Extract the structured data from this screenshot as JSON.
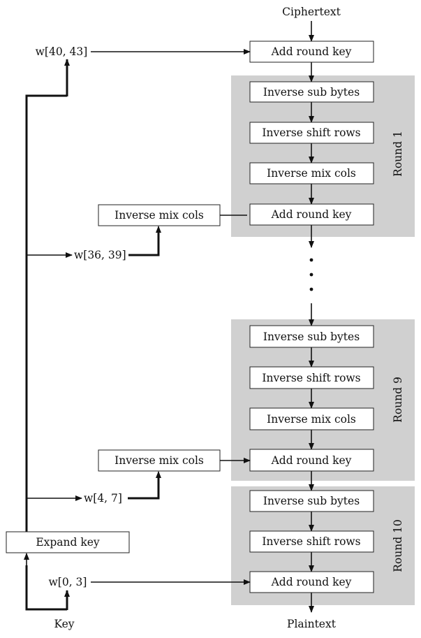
{
  "io": {
    "input": "Ciphertext",
    "output": "Plaintext",
    "key": "Key"
  },
  "rounds": [
    {
      "label": "Round 1",
      "steps": [
        "Inverse sub bytes",
        "Inverse shift rows",
        "Inverse mix cols",
        "Add round key"
      ]
    },
    {
      "label": "Round 9",
      "steps": [
        "Inverse sub bytes",
        "Inverse shift rows",
        "Inverse mix cols",
        "Add round key"
      ]
    },
    {
      "label": "Round 10",
      "steps": [
        "Inverse sub bytes",
        "Inverse shift rows",
        "Add round key"
      ]
    }
  ],
  "initial_add_round_key": "Add round key",
  "key_schedule": {
    "expand_key": "Expand key",
    "side_mix_round1": "Inverse mix cols",
    "side_mix_round9": "Inverse mix cols",
    "words": {
      "w40_43": "w[40, 43]",
      "w36_39": "w[36, 39]",
      "w4_7": "w[4, 7]",
      "w0_3": "w[0, 3]"
    }
  }
}
